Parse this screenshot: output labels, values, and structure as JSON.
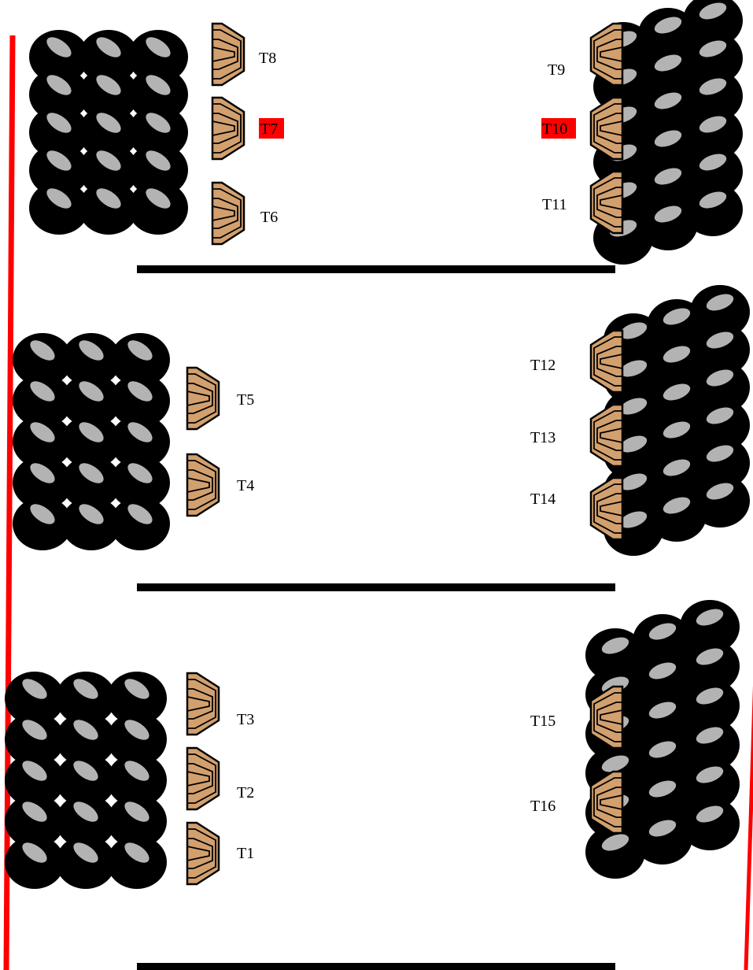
{
  "colors": {
    "background": "#ffffff",
    "roller_body": "#000000",
    "roller_hole": "#b3b3b3",
    "tool_fill": "#d2a06e",
    "highlight": "#ff0000",
    "boundary_line": "#ff0000",
    "separator": "#000000"
  },
  "tools": {
    "t1": {
      "label": "T1",
      "highlighted": false
    },
    "t2": {
      "label": "T2",
      "highlighted": false
    },
    "t3": {
      "label": "T3",
      "highlighted": false
    },
    "t4": {
      "label": "T4",
      "highlighted": false
    },
    "t5": {
      "label": "T5",
      "highlighted": false
    },
    "t6": {
      "label": "T6",
      "highlighted": false
    },
    "t7": {
      "label": "T7",
      "highlighted": true
    },
    "t8": {
      "label": "T8",
      "highlighted": false
    },
    "t9": {
      "label": "T9",
      "highlighted": false
    },
    "t10": {
      "label": "T10",
      "highlighted": true
    },
    "t11": {
      "label": "T11",
      "highlighted": false
    },
    "t12": {
      "label": "T12",
      "highlighted": false
    },
    "t13": {
      "label": "T13",
      "highlighted": false
    },
    "t14": {
      "label": "T14",
      "highlighted": false
    },
    "t15": {
      "label": "T15",
      "highlighted": false
    },
    "t16": {
      "label": "T16",
      "highlighted": false
    }
  }
}
